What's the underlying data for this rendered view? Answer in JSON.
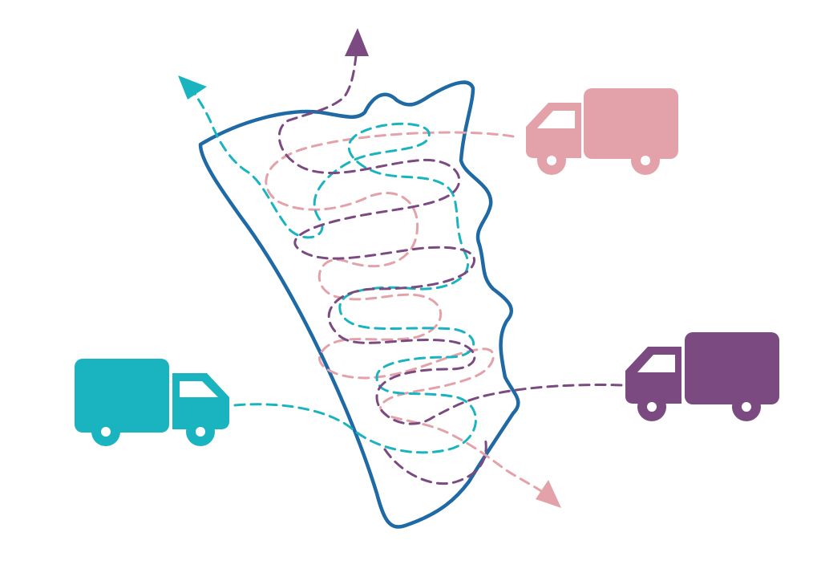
{
  "diagram": {
    "colors": {
      "background": "#ffffff",
      "region_outline": "#1f6aa5",
      "teal": "#1ab3c0",
      "pink": "#e3a2a9",
      "purple": "#7a4a80",
      "wheel_hub": "#ffffff"
    },
    "trucks": [
      {
        "id": "teal-truck",
        "color": "#1ab3c0",
        "facing": "right",
        "icon": "delivery-truck-icon"
      },
      {
        "id": "pink-truck",
        "color": "#e3a2a9",
        "facing": "left",
        "icon": "delivery-truck-icon"
      },
      {
        "id": "purple-truck",
        "color": "#7a4a80",
        "facing": "left",
        "icon": "delivery-truck-icon"
      }
    ],
    "routes": [
      {
        "id": "teal-route",
        "color": "#1ab3c0",
        "style": "dashed",
        "ends_with": "arrow-icon"
      },
      {
        "id": "pink-route",
        "color": "#e3a2a9",
        "style": "dashed",
        "ends_with": "arrow-icon"
      },
      {
        "id": "purple-route",
        "color": "#7a4a80",
        "style": "dashed",
        "ends_with": "arrow-icon"
      }
    ],
    "region": {
      "shape": "irregular-outline",
      "icon": "map-region-outline"
    }
  }
}
